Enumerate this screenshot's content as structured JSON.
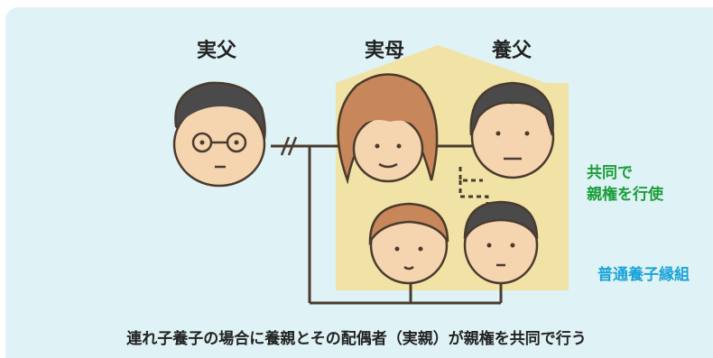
{
  "colors": {
    "panel_bg": "#dff2f5",
    "house": "#f1e3a6",
    "line": "#4a3b2e",
    "skin": "#f5d5b0",
    "hair_dark": "#4a4a4a",
    "hair_brown": "#c8875a",
    "green": "#1a9e3a",
    "blue": "#1aa3d8"
  },
  "labels": {
    "biological_father": "実父",
    "biological_mother": "実母",
    "adoptive_father": "養父"
  },
  "annotations": {
    "joint_custody_line1": "共同で",
    "joint_custody_line2": "親権を行使",
    "adoption_type": "普通養子縁組"
  },
  "caption": "連れ子養子の場合に養親とその配偶者（実親）が親権を共同で行う"
}
